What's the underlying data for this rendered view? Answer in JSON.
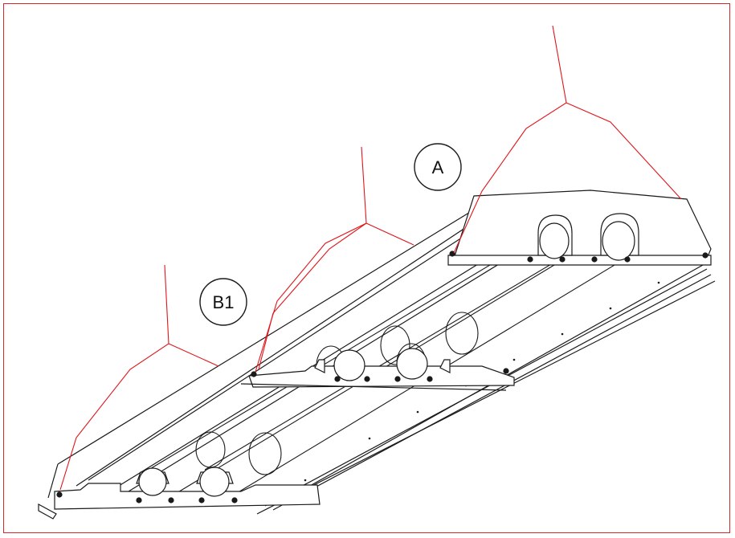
{
  "diagram": {
    "callouts": [
      {
        "id": "callout-a",
        "label": "A"
      },
      {
        "id": "callout-b1",
        "label": "B1"
      }
    ],
    "colors": {
      "frame": "#d9262b",
      "sling": "#e0161c",
      "line": "#1a1a1a"
    }
  }
}
